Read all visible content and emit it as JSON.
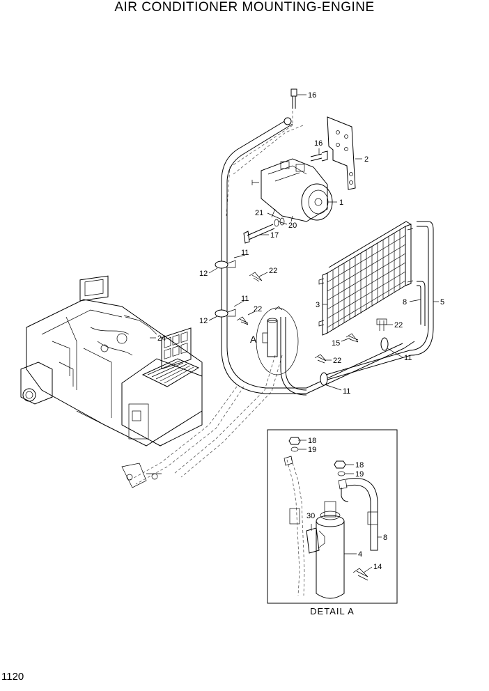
{
  "title": "AIR CONDITIONER MOUNTING-ENGINE",
  "page_number": "1120",
  "detail_label": "DETAIL  A",
  "detail_marker": "A",
  "callouts": {
    "c1": "1",
    "c2": "2",
    "c3": "3",
    "c4": "4",
    "c5": "5",
    "c8a": "8",
    "c8b": "8",
    "c11a": "11",
    "c11b": "11",
    "c11c": "11",
    "c11d": "11",
    "c12a": "12",
    "c12b": "12",
    "c14": "14",
    "c15": "15",
    "c16a": "16",
    "c16b": "16",
    "c17": "17",
    "c18a": "18",
    "c18b": "18",
    "c19a": "19",
    "c19b": "19",
    "c20": "20",
    "c21": "21",
    "c22a": "22",
    "c22b": "22",
    "c22c": "22",
    "c22d": "22",
    "c24": "24",
    "c30": "30"
  }
}
